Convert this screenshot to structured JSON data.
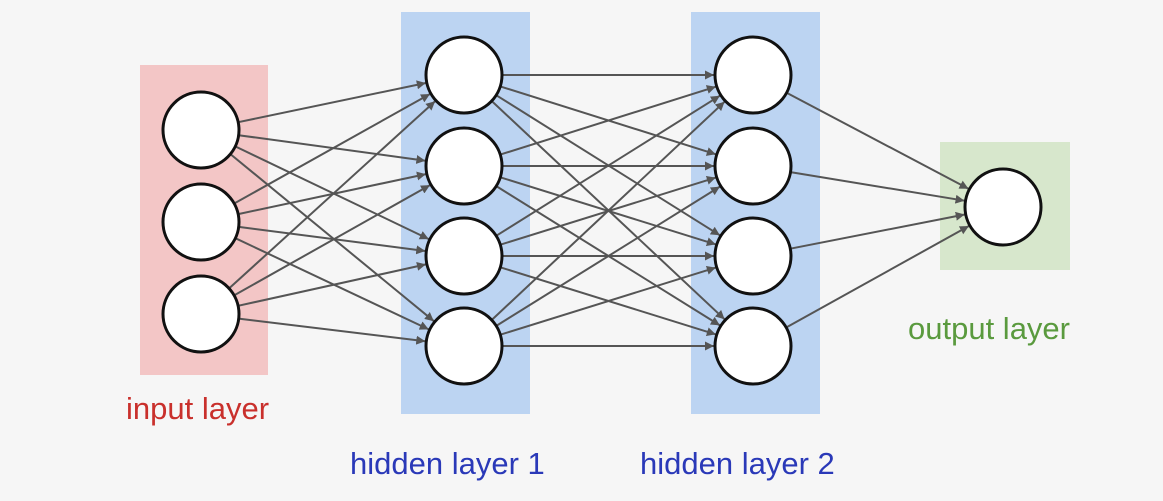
{
  "diagram": {
    "layers": [
      {
        "key": "input",
        "label": "input layer",
        "color": "#c9302c",
        "panel_color": "#f3c6c6",
        "neurons": 3
      },
      {
        "key": "hidden1",
        "label": "hidden layer 1",
        "color": "#2a39b8",
        "panel_color": "#bcd4f2",
        "neurons": 4
      },
      {
        "key": "hidden2",
        "label": "hidden layer 2",
        "color": "#2a39b8",
        "panel_color": "#bcd4f2",
        "neurons": 4
      },
      {
        "key": "output",
        "label": "output layer",
        "color": "#5a9a3e",
        "panel_color": "#d7e7cc",
        "neurons": 1
      }
    ],
    "connections": "fully-connected",
    "edge_color": "#555555",
    "neuron_fill": "#ffffff",
    "neuron_stroke": "#111111"
  }
}
